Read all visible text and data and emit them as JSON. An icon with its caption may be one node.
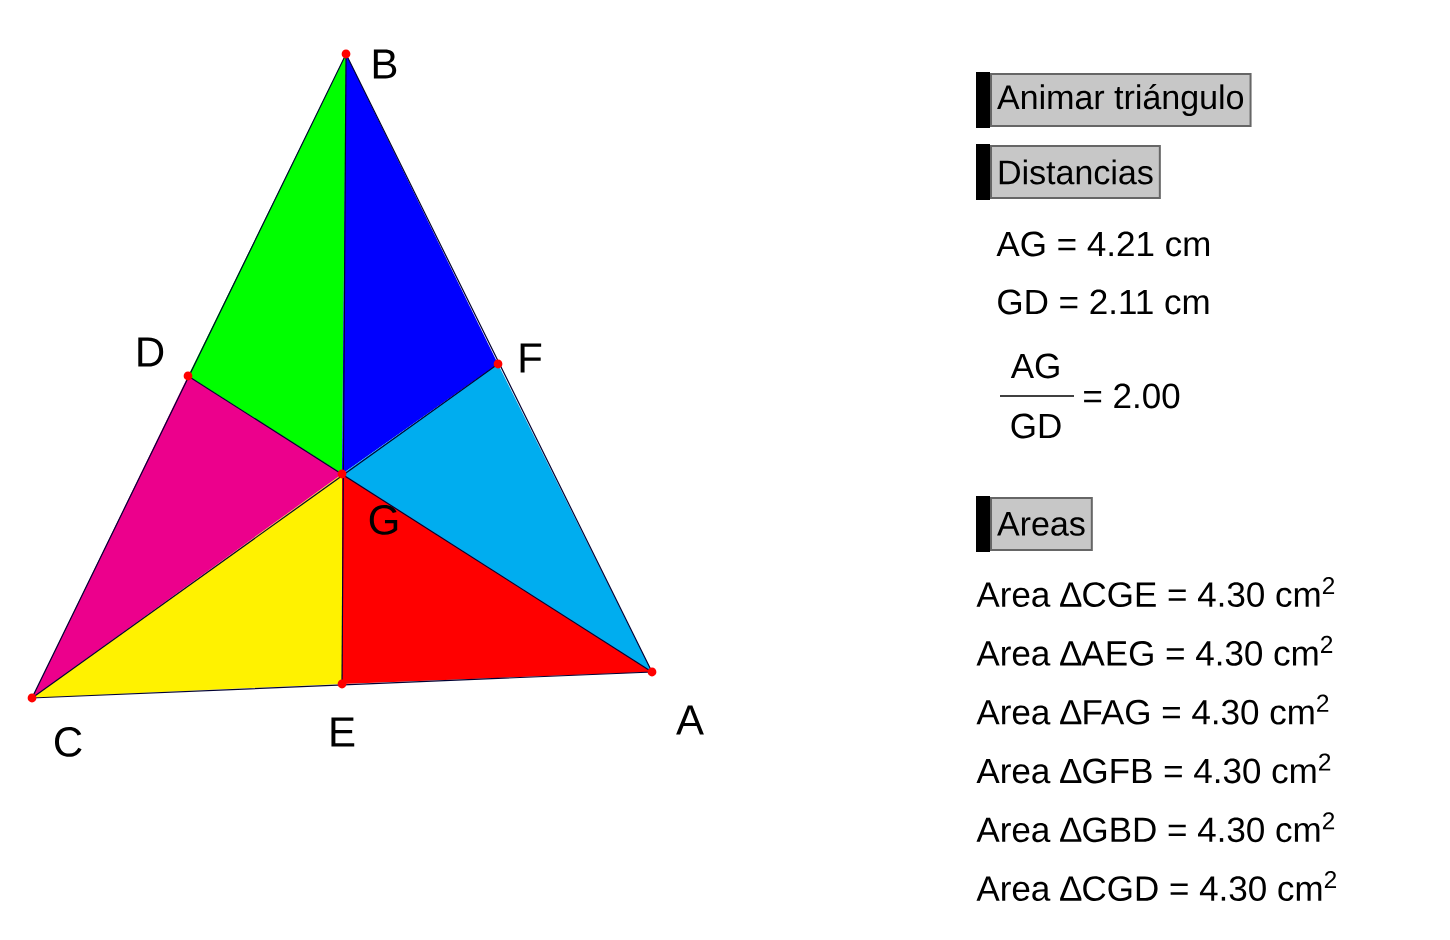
{
  "diagram": {
    "nodes": [
      {
        "text": [
          "Animar triángulo"
        ]
      },
      {
        "text": [
          "Distancias"
        ]
      },
      {
        "text": [
          "Areas"
        ]
      }
    ],
    "labels": [
      "B",
      "D",
      "F",
      "G",
      "C",
      "E",
      "A",
      "AG = 4.21 cm",
      "GD = 2.11 cm",
      "AG",
      "GD",
      "= 2.00",
      "Area ∆CGE = 4.30 cm$^{2}$",
      "Area ∆AEG = 4.30 cm$^{2}$",
      "Area ∆FAG = 4.30 cm$^{2}$",
      "Area ∆GFB = 4.30 cm$^{2}$",
      "Area ∆GBD = 4.30 cm$^{2}$",
      "Area ∆CGD = 4.30 cm$^{2}$"
    ]
  }
}
